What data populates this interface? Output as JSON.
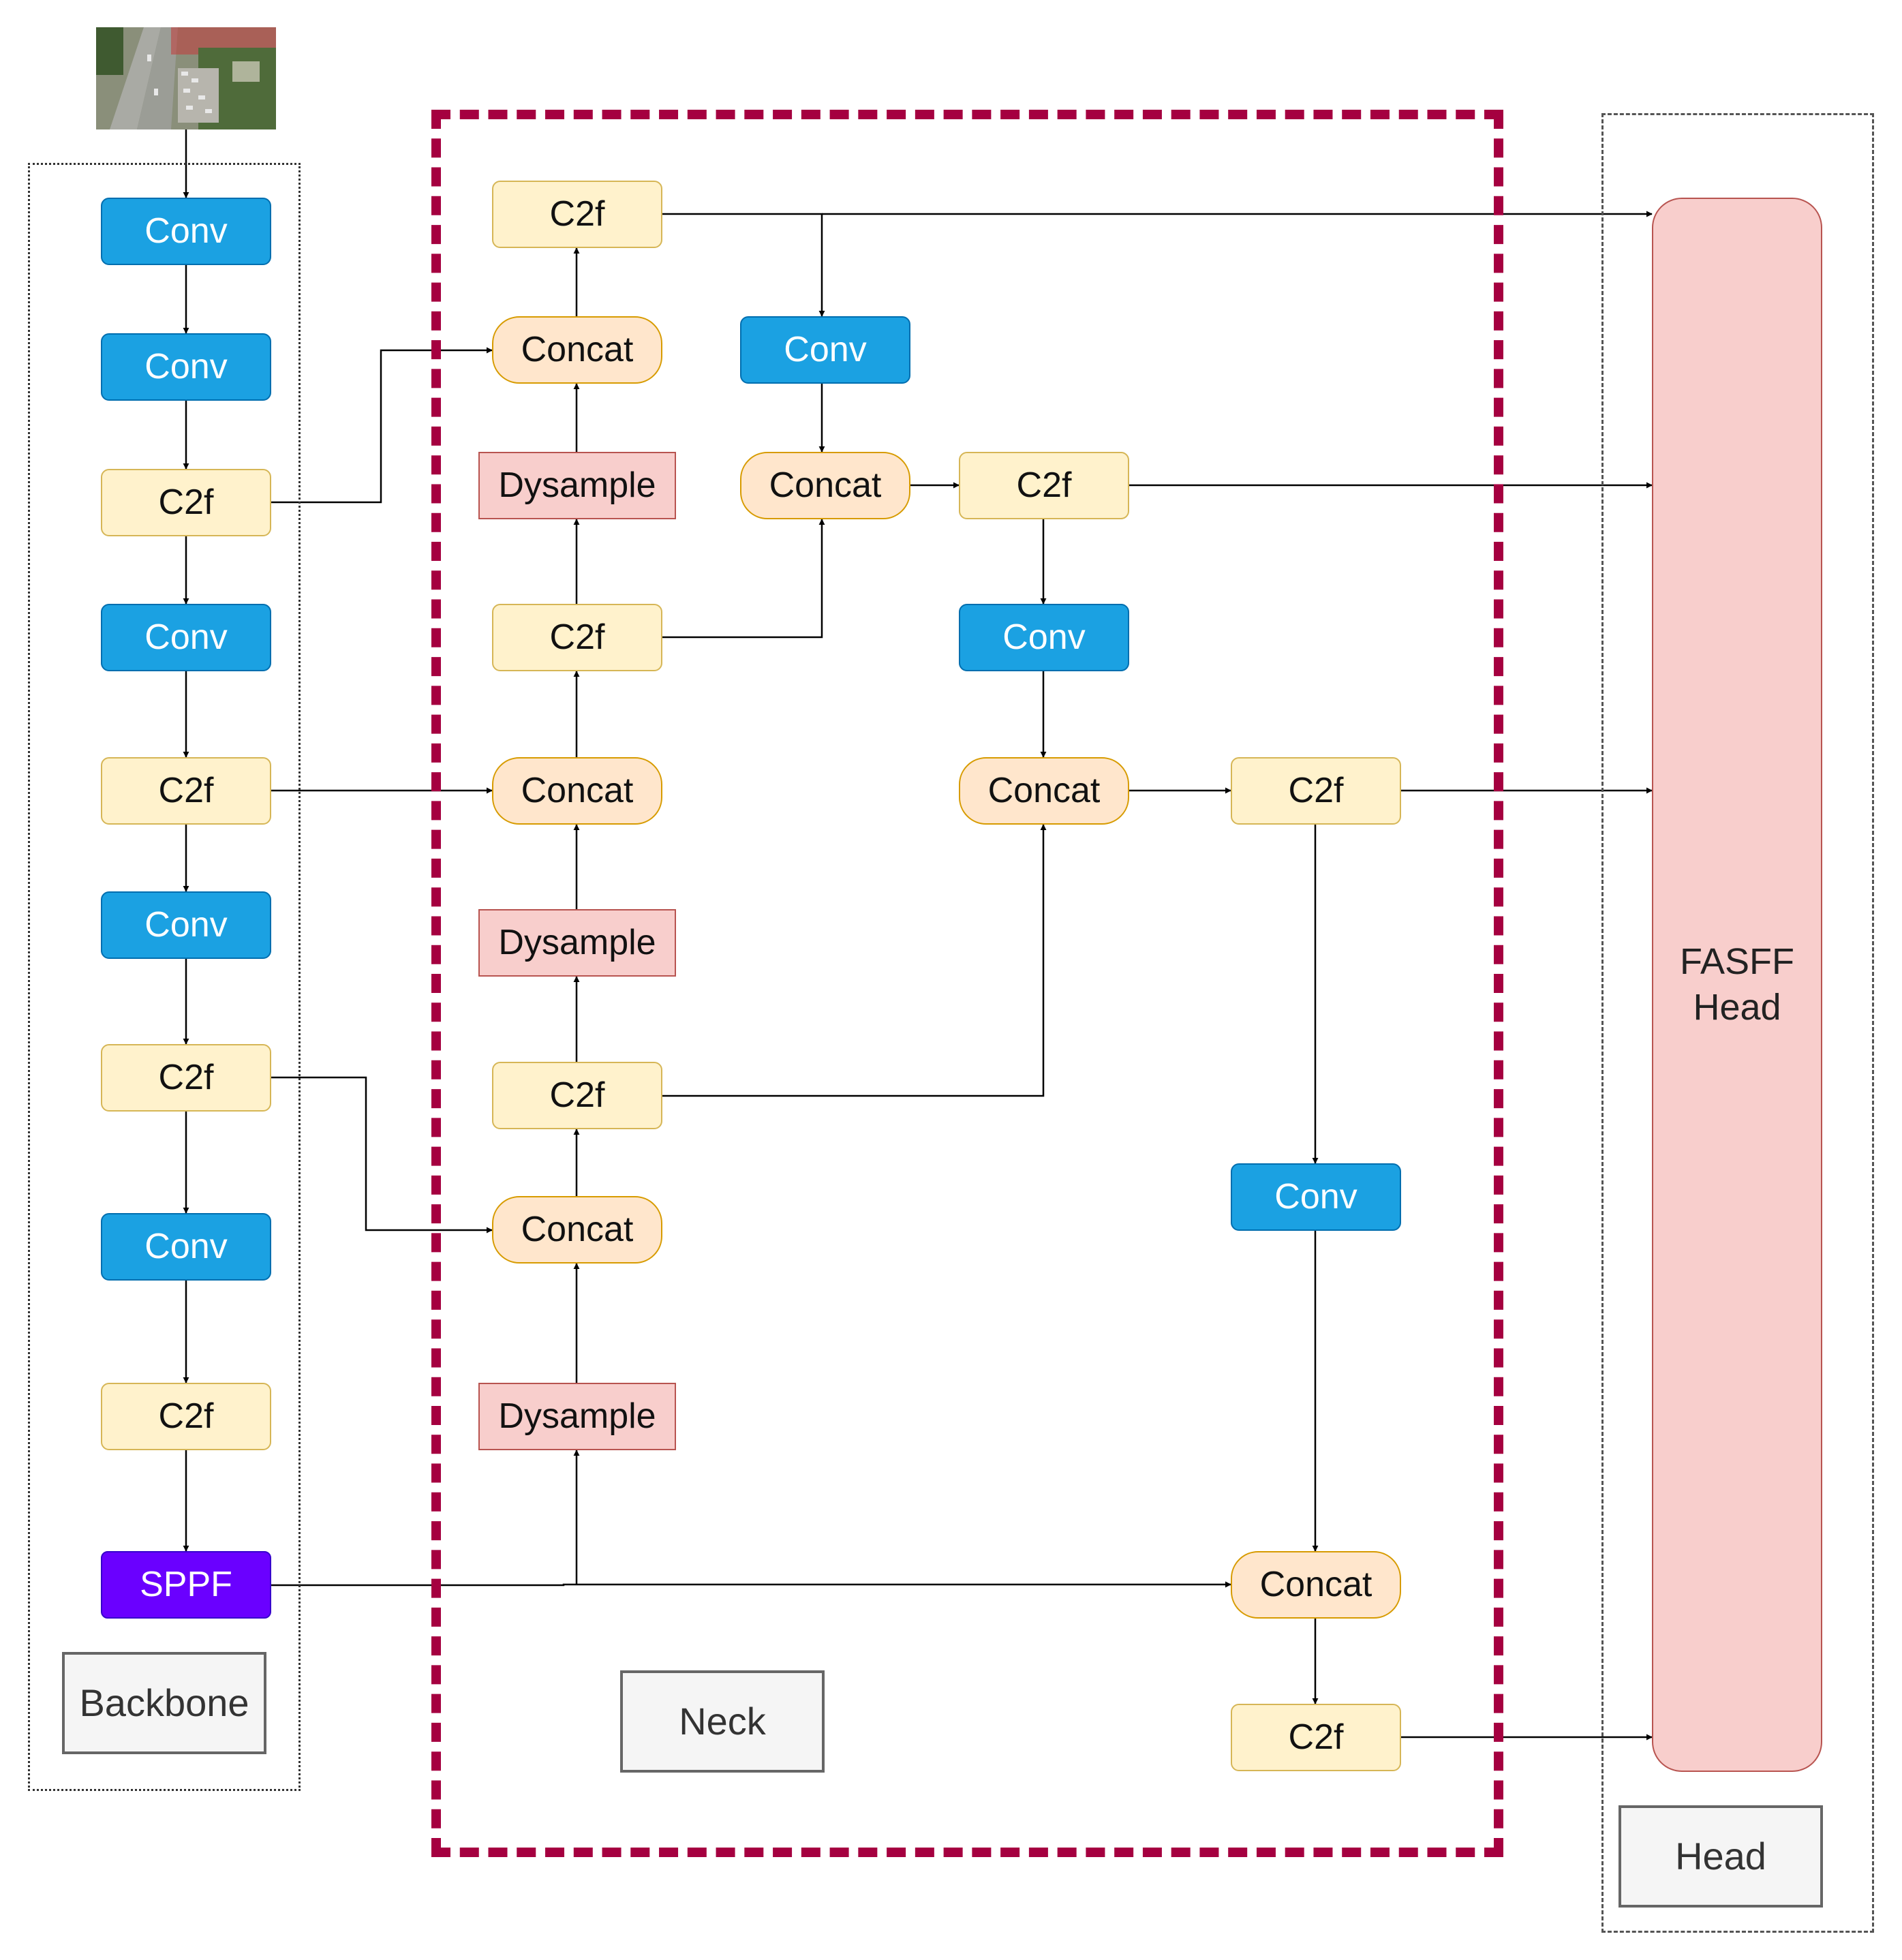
{
  "colors": {
    "conv_fill": "#1ba1e2",
    "c2f_fill": "#fff2cc",
    "concat_fill": "#ffe6cc",
    "dysample_fill": "#f8cecc",
    "sppf_fill": "#6a00ff",
    "neck_border": "#a50040",
    "head_fill": "#f8cecc"
  },
  "icons": {
    "input": "aerial-street-photo-icon"
  },
  "backbone": {
    "label": "Backbone",
    "blocks": [
      "Conv",
      "Conv",
      "C2f",
      "Conv",
      "C2f",
      "Conv",
      "C2f",
      "Conv",
      "C2f",
      "SPPF"
    ]
  },
  "neck": {
    "label": "Neck",
    "blocks": {
      "c2f_top": "C2f",
      "concat_1": "Concat",
      "dysample_1": "Dysample",
      "c2f_2": "C2f",
      "concat_2": "Concat",
      "dysample_2": "Dysample",
      "c2f_3": "C2f",
      "concat_3": "Concat",
      "dysample_3": "Dysample",
      "conv_a": "Conv",
      "concat_a": "Concat",
      "c2f_a": "C2f",
      "conv_b": "Conv",
      "concat_b": "Concat",
      "c2f_b": "C2f",
      "conv_c": "Conv",
      "concat_c": "Concat",
      "c2f_c": "C2f"
    }
  },
  "head": {
    "label": "Head",
    "block_line1": "FASFF",
    "block_line2": "Head"
  }
}
